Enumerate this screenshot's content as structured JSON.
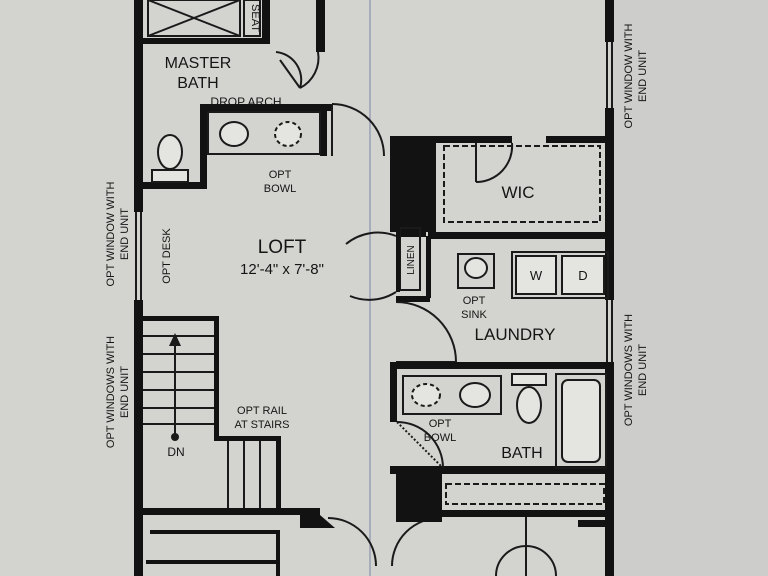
{
  "rooms": {
    "master_bath": [
      "MASTER",
      "BATH"
    ],
    "drop_arch": "DROP ARCH",
    "seat": "SEAT",
    "loft_name": "LOFT",
    "loft_dims": "12'-4\" x 7'-8\"",
    "wic": "WIC",
    "laundry": "LAUNDRY",
    "bath": "BATH",
    "linen": "LINEN",
    "washer": "W",
    "dryer": "D"
  },
  "notes": {
    "opt_bowl_master": [
      "OPT",
      "BOWL"
    ],
    "opt_bowl_bath": [
      "OPT",
      "BOWL"
    ],
    "opt_sink": [
      "OPT",
      "SINK"
    ],
    "opt_desk": "OPT DESK",
    "opt_rail": [
      "OPT RAIL",
      "AT STAIRS"
    ],
    "down": "DN",
    "window_left_upper": [
      "OPT WINDOW WITH",
      "END UNIT"
    ],
    "window_left_lower": [
      "OPT WINDOWS WITH",
      "END UNIT"
    ],
    "window_right_upper": [
      "OPT WINDOW WITH",
      "END UNIT"
    ],
    "window_right_lower": [
      "OPT WINDOWS WITH",
      "END UNIT"
    ]
  }
}
